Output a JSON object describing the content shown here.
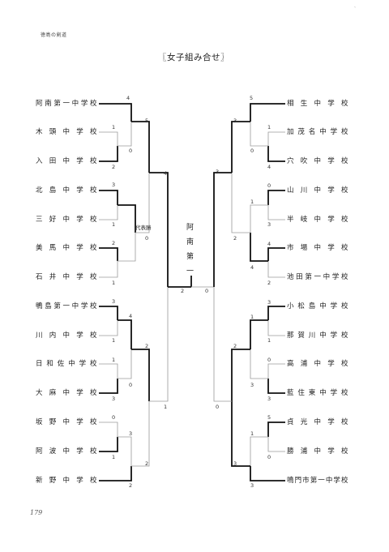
{
  "header": "徳島の剣道",
  "title": "〖女子組み合せ〗",
  "page_number": "179",
  "corner_mark": "、",
  "left_teams": [
    "阿南第一中学校",
    "木頭中学校",
    "入田中学校",
    "北島中学校",
    "三好中学校",
    "美馬中学校",
    "石井中学校",
    "鴨島第一中学校",
    "川内中学校",
    "日和佐中学校",
    "大麻中学校",
    "坂野中学校",
    "阿波中学校",
    "新野中学校"
  ],
  "right_teams": [
    "相生中学校",
    "加茂名中学校",
    "穴吹中学校",
    "山川中学校",
    "半岐中学校",
    "市場中学校",
    "池田第一中学校",
    "小松島中学校",
    "那賀川中学校",
    "高浦中学校",
    "藍住東中学校",
    "貞光中学校",
    "勝浦中学校",
    "鳴門市第一中学校"
  ],
  "representative_label": "代表勝",
  "champion_chars": [
    "阿",
    "南",
    "第",
    "一"
  ],
  "scores": [
    "4",
    "5",
    "1",
    "0",
    "2",
    "4",
    "3",
    "1",
    "代表勝",
    "0",
    "2",
    "1",
    "3",
    "4",
    "1",
    "2",
    "1",
    "0",
    "3",
    "1",
    "0",
    "3",
    "1",
    "2",
    "2",
    "0",
    "5",
    "3",
    "1",
    "0",
    "4",
    "3",
    "0",
    "1",
    "3",
    "2",
    "4",
    "2",
    "3",
    "2",
    "1",
    "1",
    "2",
    "0",
    "3",
    "3",
    "5",
    "1",
    "0",
    "3",
    "3",
    "0",
    "2",
    "0"
  ]
}
